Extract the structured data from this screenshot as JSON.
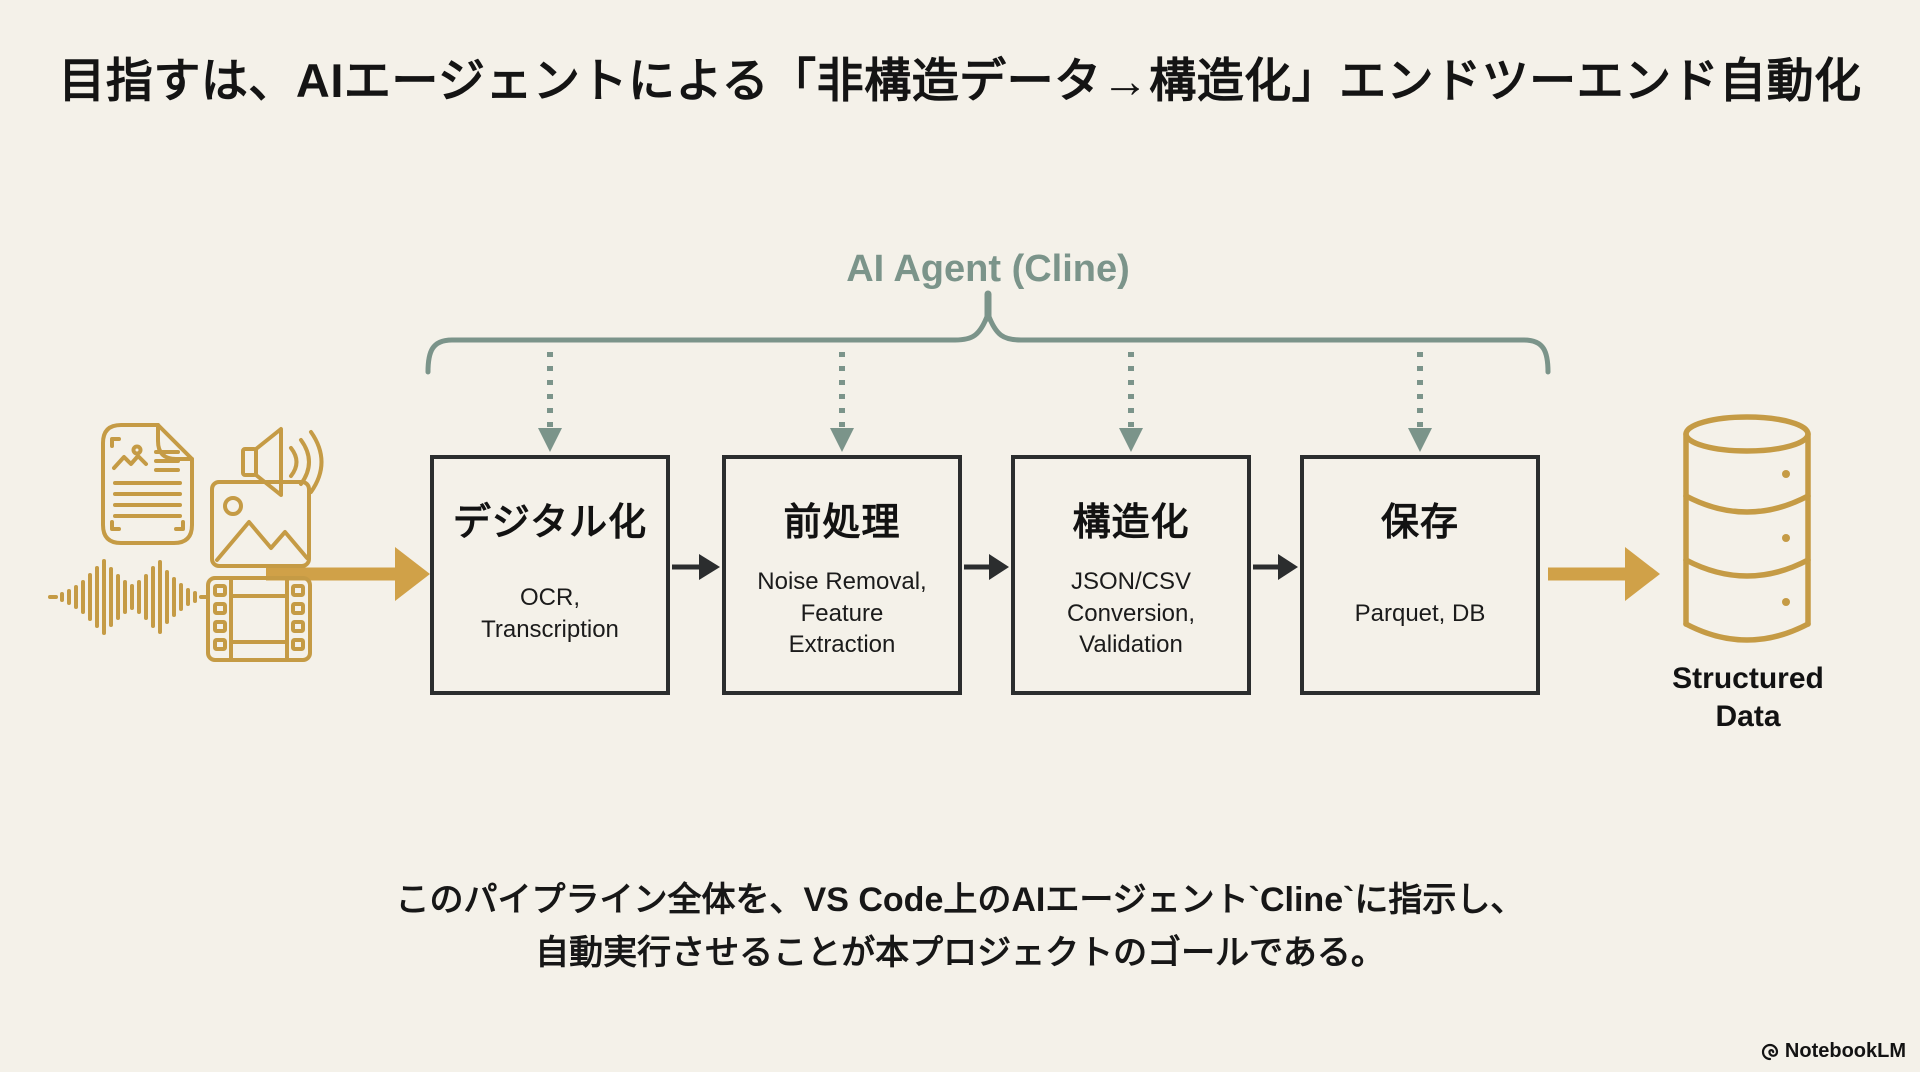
{
  "title": "目指すは、AIエージェントによる「非構造データ→構造化」エンドツーエンド自動化",
  "agent_bracket": {
    "label": "AI Agent (Cline)"
  },
  "pipeline": {
    "boxes": [
      {
        "title": "デジタル化",
        "subtitle": "OCR,\nTranscription"
      },
      {
        "title": "前処理",
        "subtitle": "Noise Removal,\nFeature\nExtraction"
      },
      {
        "title": "構造化",
        "subtitle": "JSON/CSV\nConversion,\nValidation"
      },
      {
        "title": "保存",
        "subtitle": "Parquet, DB"
      }
    ]
  },
  "input": {
    "icons": [
      "document-image-icon",
      "image-with-speaker-icon",
      "audio-waveform-icon",
      "film-strip-icon"
    ]
  },
  "output": {
    "icon": "database-icon",
    "label": "Structured\nData"
  },
  "caption": {
    "line1": "このパイプライン全体を、VS Code上のAIエージェント`Cline`に指示し、",
    "line2": "自動実行させることが本プロジェクトのゴールである。"
  },
  "footer": {
    "brand": "NotebookLM"
  },
  "colors": {
    "background": "#f4f1e9",
    "gold": "#d0a148",
    "gold_icon": "#c59b45",
    "sage": "#7b948a",
    "box_border": "#2b2d2e",
    "ink": "#161616"
  }
}
